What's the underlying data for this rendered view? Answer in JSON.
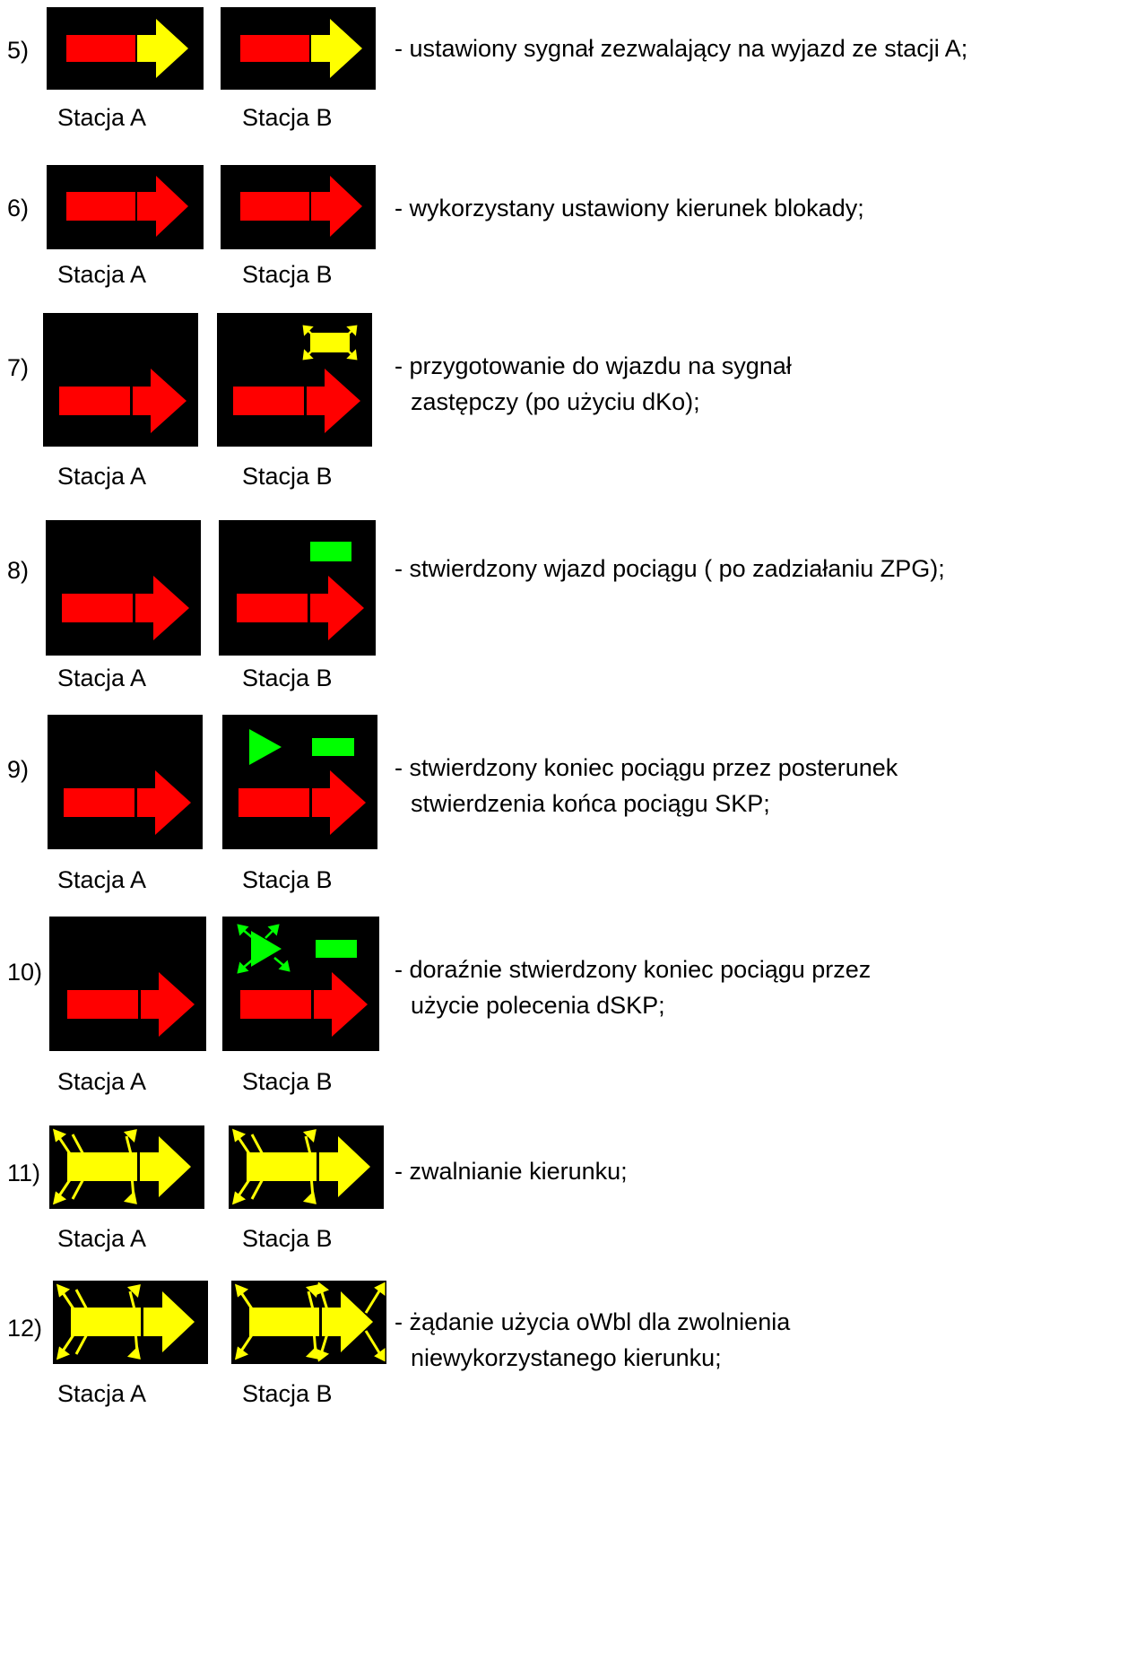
{
  "colors": {
    "red": "#ff0000",
    "yellow": "#ffff00",
    "green": "#00ff00",
    "panel": "#000000"
  },
  "items": [
    {
      "number": "5)",
      "station_a": "Stacja A",
      "station_b": "Stacja B",
      "description": [
        "- ustawiony sygnał zezwalający na wyjazd ze stacji A;"
      ]
    },
    {
      "number": "6)",
      "station_a": "Stacja A",
      "station_b": "Stacja B",
      "description": [
        "- wykorzystany ustawiony kierunek blokady;"
      ]
    },
    {
      "number": "7)",
      "station_a": "Stacja A",
      "station_b": "Stacja B",
      "description": [
        "- przygotowanie do wjazdu na sygnał",
        "zastępczy (po użyciu dKo);"
      ]
    },
    {
      "number": "8)",
      "station_a": "Stacja A",
      "station_b": "Stacja B",
      "description": [
        "- stwierdzony wjazd pociągu ( po zadziałaniu ZPG);"
      ]
    },
    {
      "number": "9)",
      "station_a": "Stacja A",
      "station_b": "Stacja B",
      "description": [
        "- stwierdzony koniec pociągu przez posterunek",
        "stwierdzenia końca pociągu SKP;"
      ]
    },
    {
      "number": "10)",
      "station_a": "Stacja A",
      "station_b": "Stacja B",
      "description": [
        "- doraźnie stwierdzony koniec pociągu przez",
        "użycie polecenia dSKP;"
      ]
    },
    {
      "number": "11)",
      "station_a": "Stacja A",
      "station_b": "Stacja B",
      "description": [
        "- zwalnianie kierunku;"
      ]
    },
    {
      "number": "12)",
      "station_a": "Stacja A",
      "station_b": "Stacja B",
      "description": [
        "- żądanie użycia oWbl dla zwolnienia",
        "niewykorzystanego kierunku;"
      ]
    }
  ]
}
